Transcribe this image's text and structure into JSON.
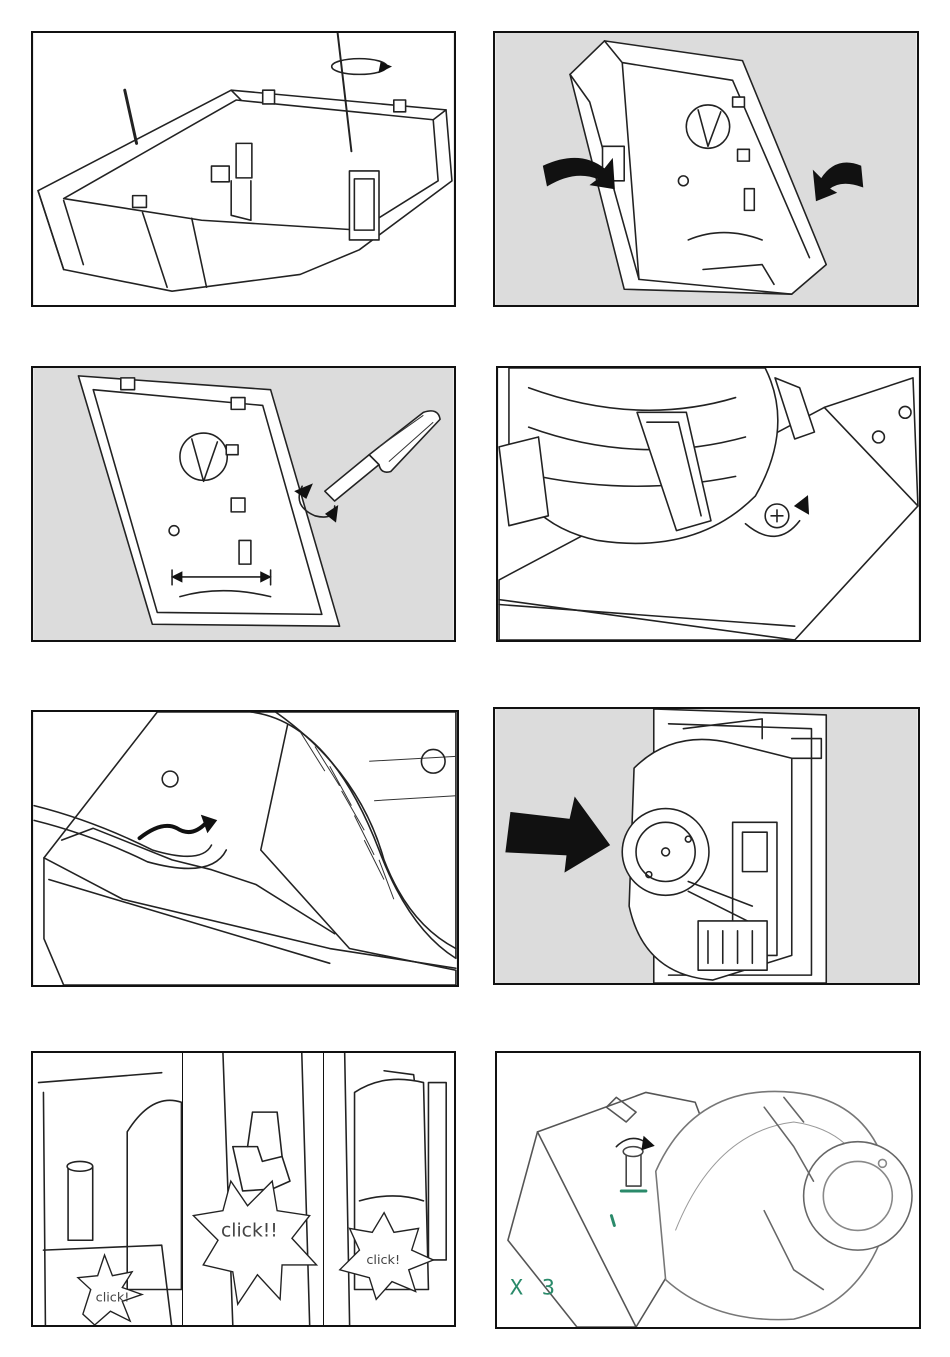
{
  "panels": {
    "p7": {
      "labels": [
        "click!",
        "click!!",
        "click!"
      ]
    },
    "p8": {
      "multiplier": "X 3"
    }
  }
}
